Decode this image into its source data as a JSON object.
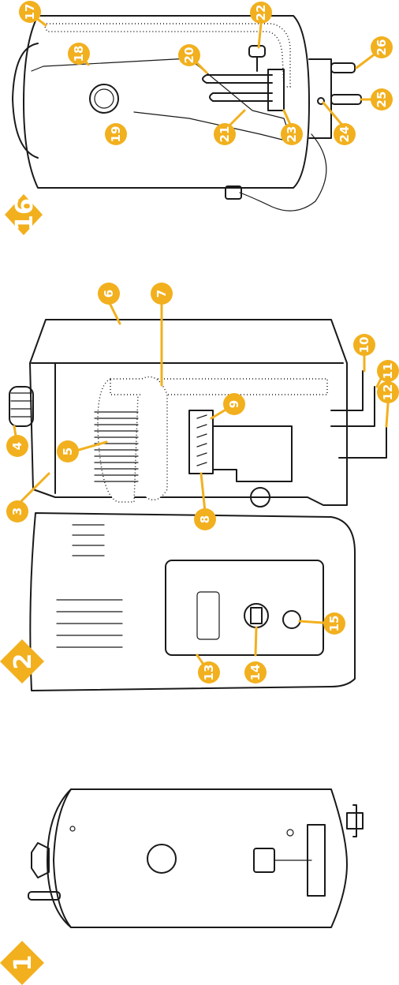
{
  "callouts": {
    "c1": "1",
    "c2": "2",
    "c3": "3",
    "c4": "4",
    "c5": "5",
    "c6": "6",
    "c7": "7",
    "c8": "8",
    "c9": "9",
    "c10": "10",
    "c11": "11",
    "c12": "12",
    "c13": "13",
    "c14": "14",
    "c15": "15",
    "c16": "16",
    "c17": "17",
    "c18": "18",
    "c19": "19",
    "c20": "20",
    "c21": "21",
    "c22": "22",
    "c23": "23",
    "c24": "24",
    "c25": "25",
    "c26": "26"
  },
  "colors": {
    "badge": "#f2b01e",
    "ink": "#1a1a1a",
    "background": "#ffffff"
  }
}
